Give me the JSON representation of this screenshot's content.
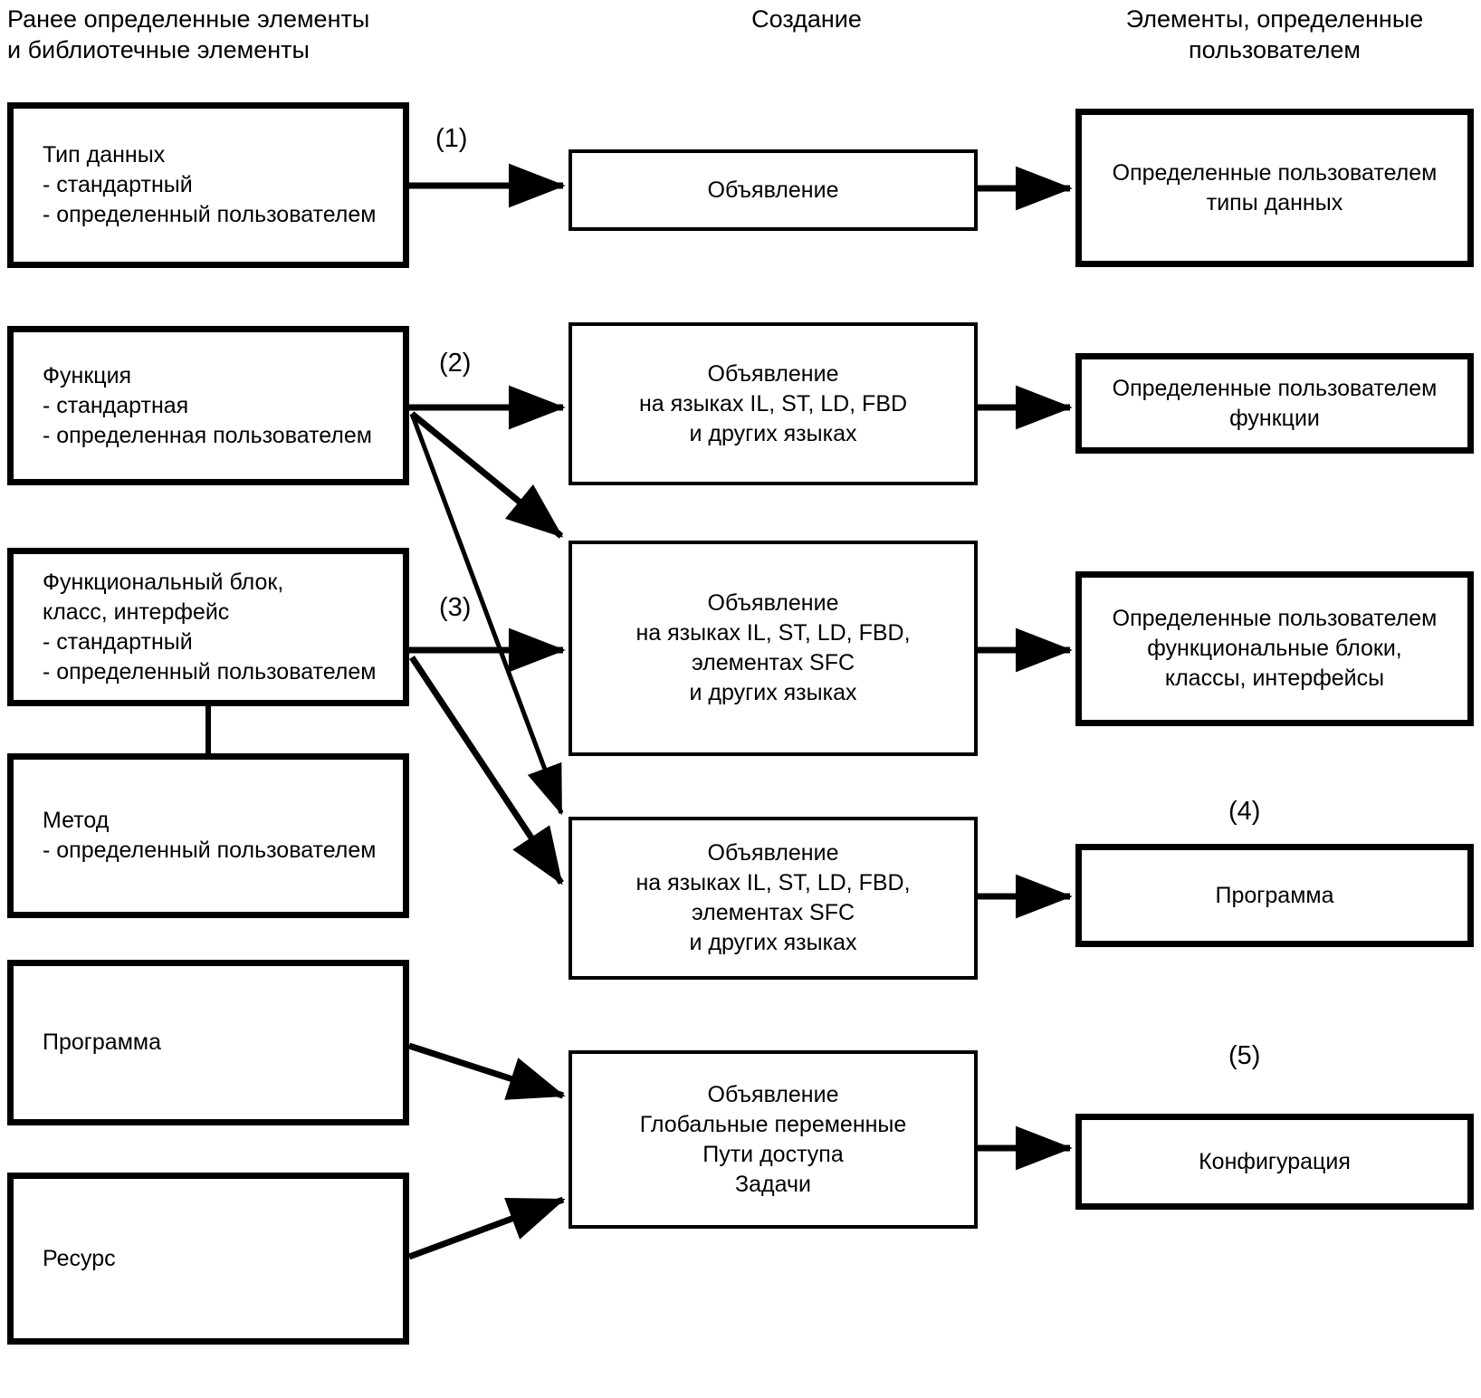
{
  "diagram": {
    "title_columns": [
      {
        "id": "col-prior",
        "label": "Ранее определенные элементы\nи библиотечные элементы"
      },
      {
        "id": "col-create",
        "label": "Создание"
      },
      {
        "id": "col-user",
        "label": "Элементы, определенные\nпользователем"
      }
    ],
    "left_boxes": [
      {
        "id": "data-type",
        "label": "Тип данных\n - стандартный\n - определенный пользователем"
      },
      {
        "id": "function",
        "label": "Функция\n - стандартная\n - определенная пользователем"
      },
      {
        "id": "function-block",
        "label": "Функциональный блок,\nкласс, интерфейс\n - стандартный\n - определенный пользователем"
      },
      {
        "id": "method",
        "label": "Метод\n - определенный пользователем"
      },
      {
        "id": "program",
        "label": "Программа"
      },
      {
        "id": "resource",
        "label": "Ресурс"
      }
    ],
    "center_boxes": [
      {
        "id": "declaration-datatype",
        "label": "Объявление"
      },
      {
        "id": "declaration-function",
        "label": "Объявление\nна языках IL, ST, LD, FBD\nи других языках"
      },
      {
        "id": "declaration-fb",
        "label": "Объявление\nна языках IL, ST, LD, FBD,\nэлементах SFC\nи других языках"
      },
      {
        "id": "declaration-program",
        "label": "Объявление\nна языках IL, ST, LD, FBD,\nэлементах SFC\nи других языках"
      },
      {
        "id": "declaration-configuration",
        "label": "Объявление\nГлобальные переменные\nПути доступа\nЗадачи"
      }
    ],
    "right_boxes": [
      {
        "id": "user-data-types",
        "label": "Определенные пользователем\nтипы данных"
      },
      {
        "id": "user-functions",
        "label": "Определенные пользователем\nфункции"
      },
      {
        "id": "user-function-blocks",
        "label": "Определенные пользователем\nфункциональные блоки,\nклассы, интерфейсы"
      },
      {
        "id": "user-program",
        "label": "Программа"
      },
      {
        "id": "user-configuration",
        "label": "Конфигурация"
      }
    ],
    "step_labels": [
      {
        "id": "step-1",
        "label": "(1)"
      },
      {
        "id": "step-2",
        "label": "(2)"
      },
      {
        "id": "step-3",
        "label": "(3)"
      },
      {
        "id": "step-4",
        "label": "(4)"
      },
      {
        "id": "step-5",
        "label": "(5)"
      }
    ],
    "colors": {
      "stroke": "#000000",
      "background": "#ffffff"
    }
  }
}
